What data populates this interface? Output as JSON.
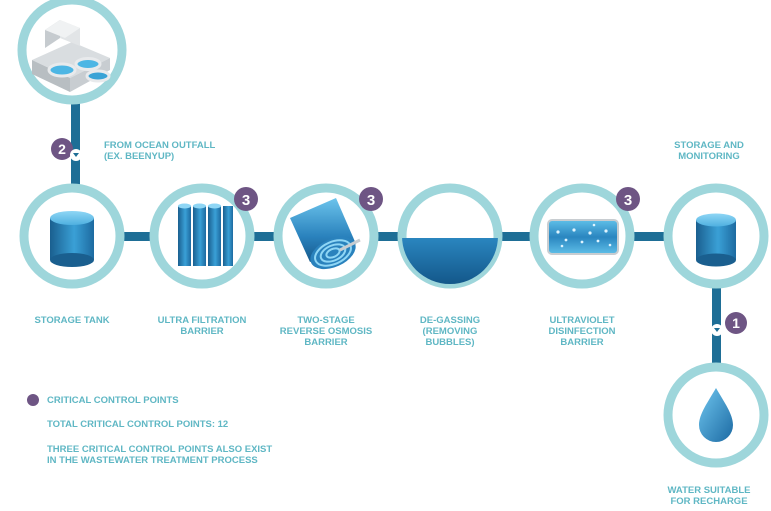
{
  "colors": {
    "ring": "#9ed6db",
    "pipe": "#1e6e96",
    "blue_dark": "#1a5f8f",
    "blue_mid": "#2f8ec4",
    "blue_light": "#7ccbef",
    "badge": "#6e5584",
    "label": "#5fb7c4"
  },
  "source": {
    "icon": "wastewater-treatment-plant-icon",
    "label": "FROM OCEAN OUTFALL\n(EX. BEENYUP)",
    "badge": "2"
  },
  "stages": [
    {
      "id": "storage-tank",
      "icon": "storage-tank-icon",
      "label": "STORAGE TANK",
      "badge": ""
    },
    {
      "id": "ultra-filtration",
      "icon": "ultra-filtration-icon",
      "label": "ULTRA FILTRATION\nBARRIER",
      "badge": "3"
    },
    {
      "id": "reverse-osmosis",
      "icon": "reverse-osmosis-membrane-icon",
      "label": "TWO-STAGE\nREVERSE OSMOSIS\nBARRIER",
      "badge": "3"
    },
    {
      "id": "de-gassing",
      "icon": "de-gassing-icon",
      "label": "DE-GASSING\n(REMOVING\nBUBBLES)",
      "badge": ""
    },
    {
      "id": "ultraviolet",
      "icon": "ultraviolet-tube-icon",
      "label": "ULTRAVIOLET\nDISINFECTION\nBARRIER",
      "badge": "3"
    },
    {
      "id": "storage-monitoring",
      "icon": "storage-tank-icon",
      "label": "STORAGE AND\nMONITORING",
      "badge": ""
    }
  ],
  "outlet": {
    "icon": "water-drop-icon",
    "label": "WATER SUITABLE\nFOR RECHARGE",
    "badge": "1"
  },
  "legend": {
    "ccp_label": "CRITICAL CONTROL POINTS",
    "total": "TOTAL CRITICAL CONTROL POINTS: 12",
    "note": "THREE CRITICAL CONTROL POINTS ALSO EXIST\nIN THE WASTEWATER TREATMENT PROCESS"
  }
}
